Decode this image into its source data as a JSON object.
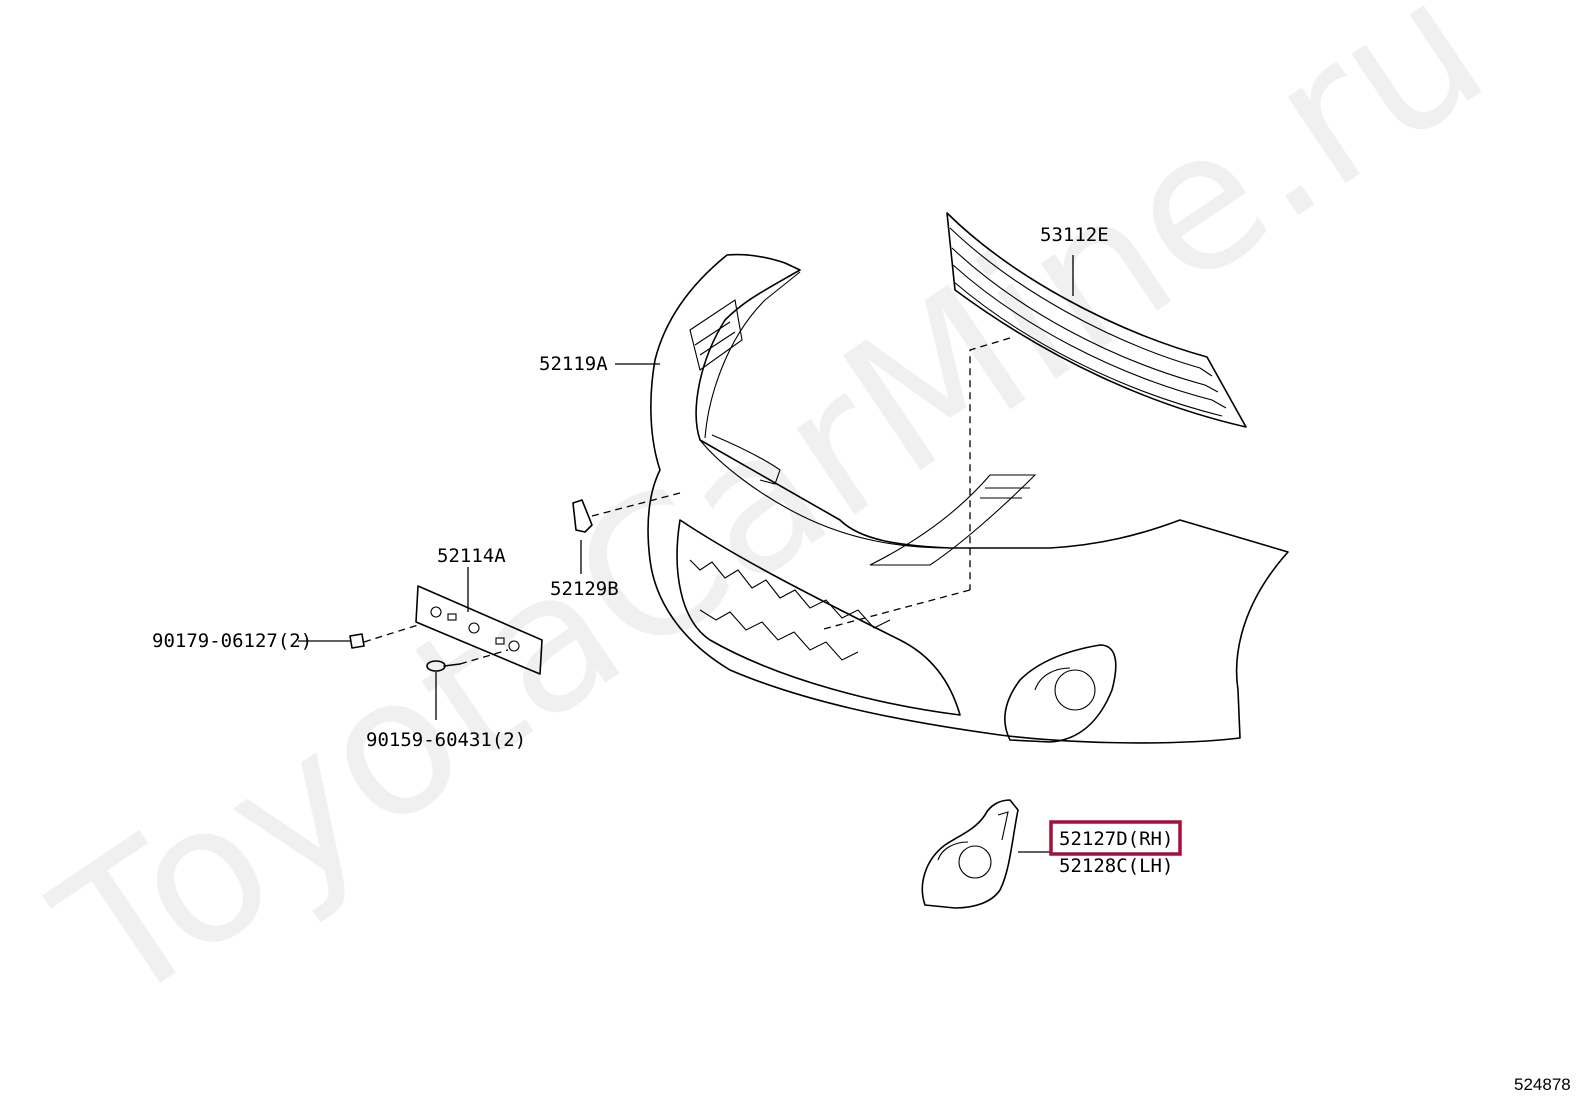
{
  "watermark": "ToyotaCarMine.ru",
  "catalog_number": "524878",
  "highlight_color": "#a0123c",
  "parts": {
    "grille": "53112E",
    "bumper_reinforcement": "52119A",
    "license_bracket": "52114A",
    "tow_hook_cover": "52129B",
    "clip": "90179-06127(2)",
    "bolt": "90159-60431(2)",
    "fog_cover_rh": "52127D(RH)",
    "fog_cover_lh": "52128C(LH)"
  }
}
